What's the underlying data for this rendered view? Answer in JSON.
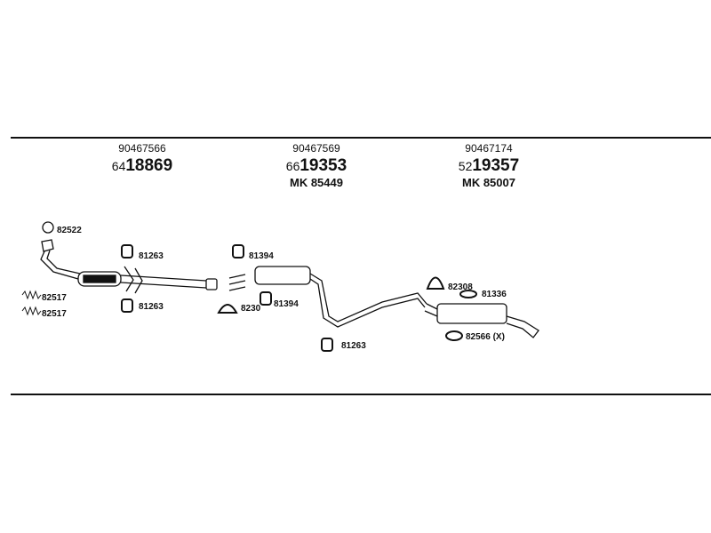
{
  "sections": [
    {
      "oem": "90467566",
      "prefix": "64",
      "main": "18869",
      "mk": ""
    },
    {
      "oem": "90467569",
      "prefix": "66",
      "main": "19353",
      "mk": "MK 85449"
    },
    {
      "oem": "90467174",
      "prefix": "52",
      "main": "19357",
      "mk": "MK 85007"
    }
  ],
  "parts": [
    "82522",
    "81263",
    "82517",
    "82517",
    "81263",
    "81394",
    "8230",
    "81394",
    "81263",
    "82308",
    "81336",
    "82566 (X)"
  ]
}
